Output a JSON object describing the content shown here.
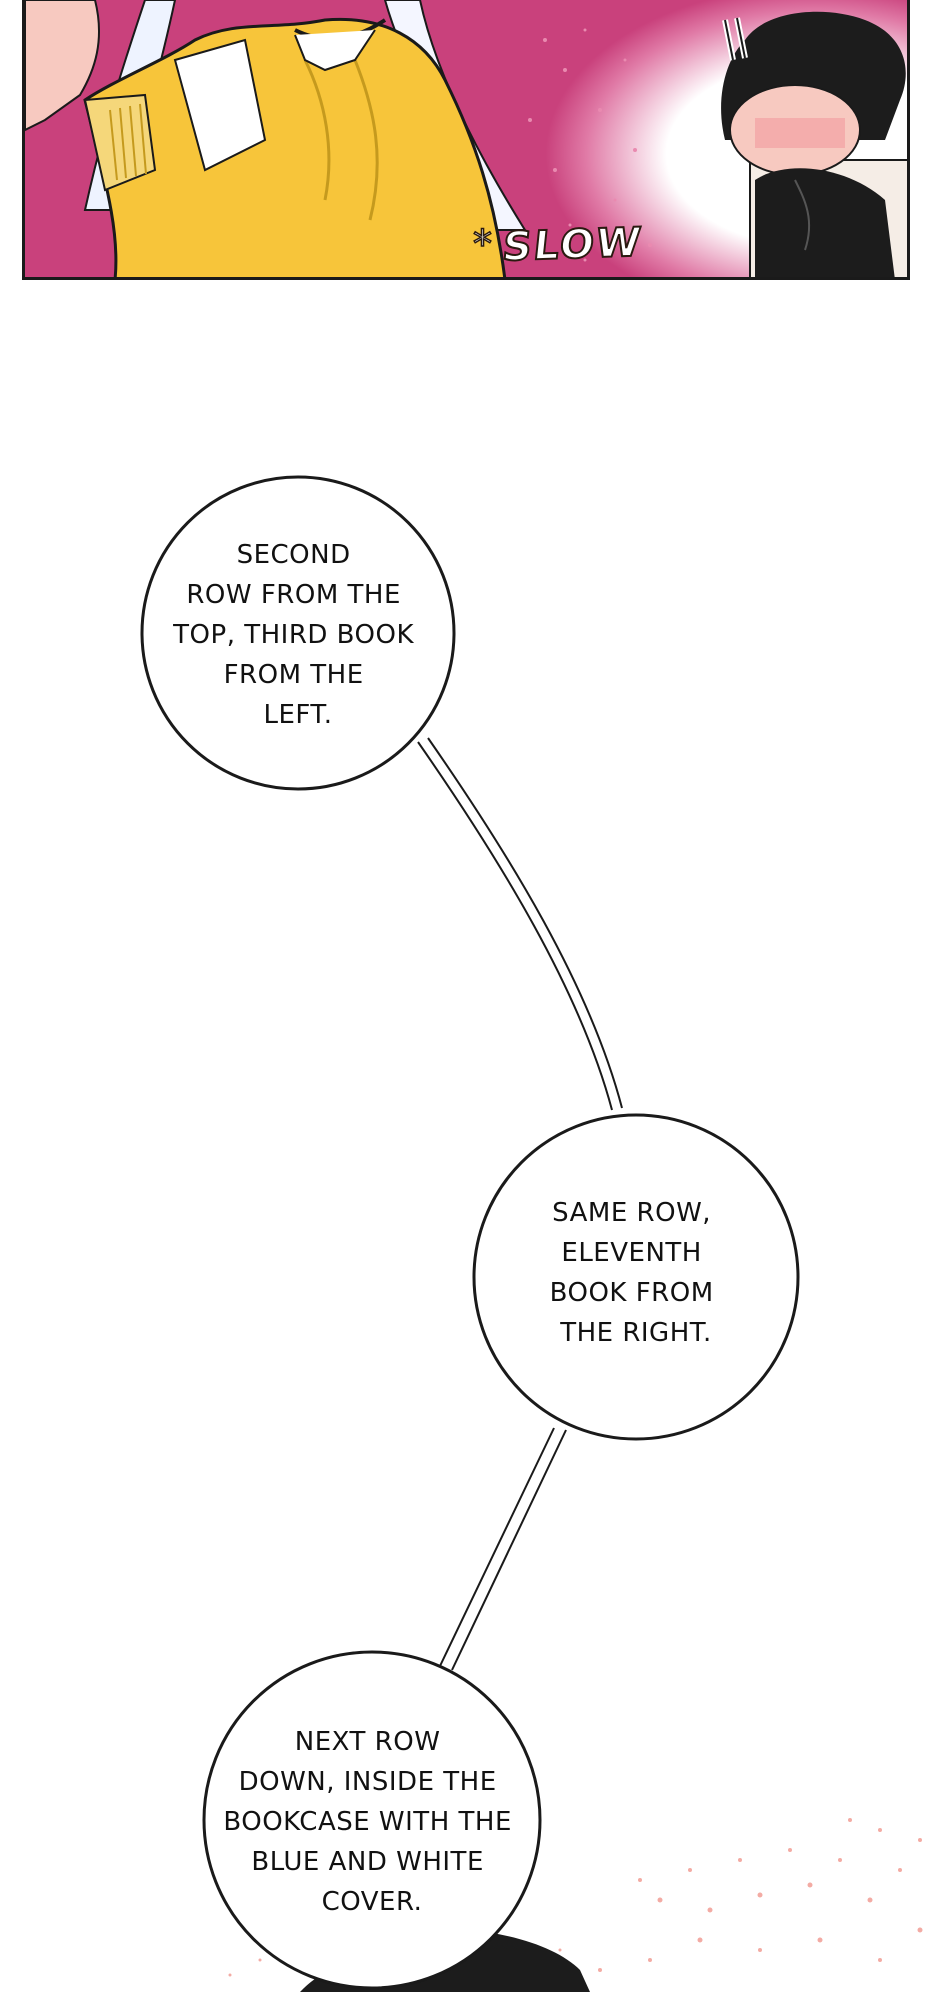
{
  "panel": {
    "sfx_symbol": "*",
    "sfx_text": "SLOW"
  },
  "bubbles": [
    {
      "lines": [
        "SECOND",
        "ROW FROM THE",
        "TOP, THIRD BOOK",
        "FROM THE",
        "LEFT."
      ]
    },
    {
      "lines": [
        "SAME ROW,",
        "ELEVENTH",
        "BOOK FROM",
        "THE RIGHT."
      ]
    },
    {
      "lines": [
        "NEXT ROW",
        "DOWN, INSIDE THE",
        "BOOKCASE WITH THE",
        "BLUE AND WHITE",
        "COVER."
      ]
    }
  ],
  "colors": {
    "panel_pink": "#c9417c",
    "hoodie_yellow": "#f7c53a",
    "hair_black": "#1c1c1c",
    "skin": "#f7c9c0",
    "speckle": "#ef8f86"
  }
}
